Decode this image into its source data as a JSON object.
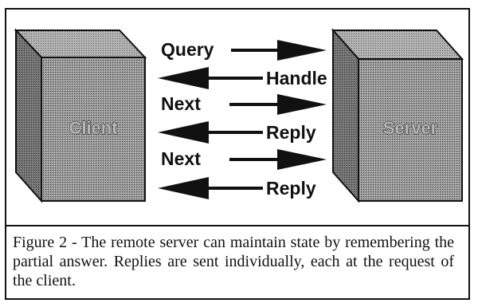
{
  "diagram": {
    "client_label": "Client",
    "server_label": "Server",
    "messages": [
      {
        "text": "Query",
        "direction": "to-server"
      },
      {
        "text": "Handle",
        "direction": "to-client"
      },
      {
        "text": "Next",
        "direction": "to-server"
      },
      {
        "text": "Reply",
        "direction": "to-client"
      },
      {
        "text": "Next",
        "direction": "to-server"
      },
      {
        "text": "Reply",
        "direction": "to-client"
      }
    ]
  },
  "caption": "Figure 2 - The remote server can maintain state by remembering the partial answer. Replies are sent individually, each at the request of the client.",
  "colors": {
    "box_fill": "#8c8c8c",
    "box_top": "#a8a8a8",
    "box_side": "#6e6e6e",
    "ink": "#111111"
  }
}
